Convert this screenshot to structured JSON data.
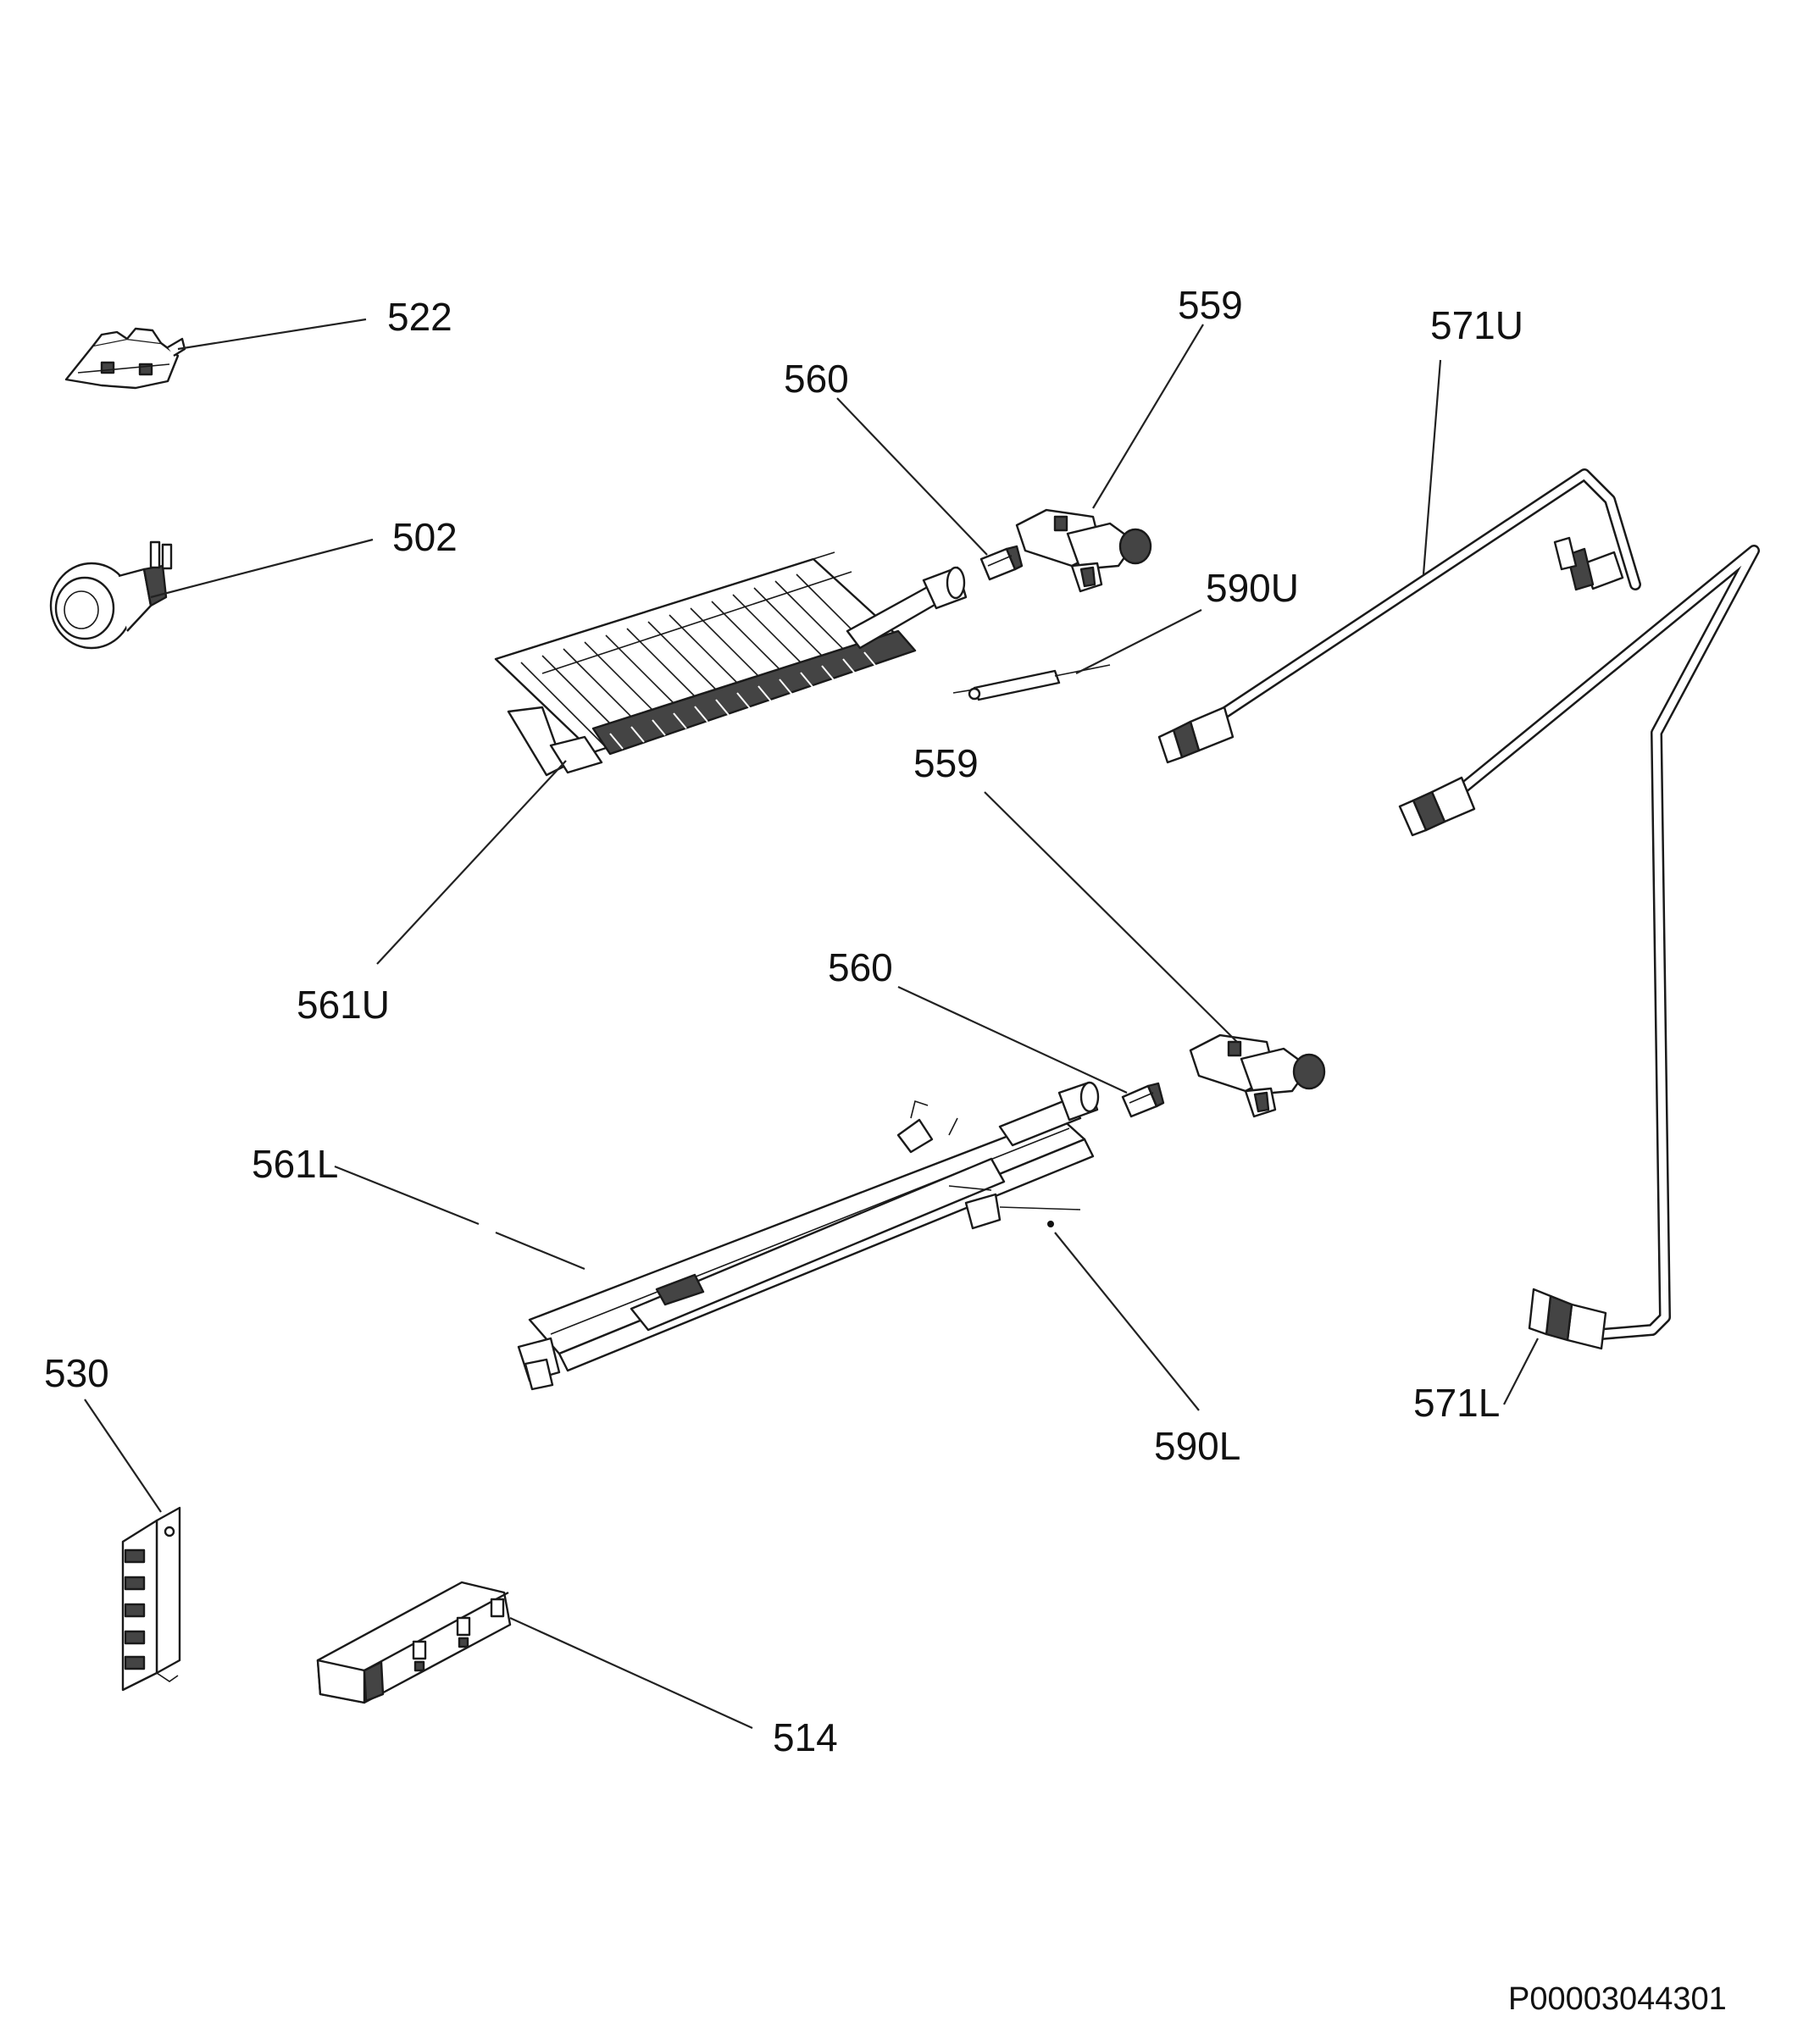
{
  "labels": {
    "l522": "522",
    "l502": "502",
    "l560a": "560",
    "l559a": "559",
    "l571u": "571U",
    "l590u": "590U",
    "l559b": "559",
    "l561u": "561U",
    "l560b": "560",
    "l561l": "561L",
    "l530": "530",
    "l590l": "590L",
    "l571l": "571L",
    "l514": "514"
  },
  "document_code": "P00003044301"
}
